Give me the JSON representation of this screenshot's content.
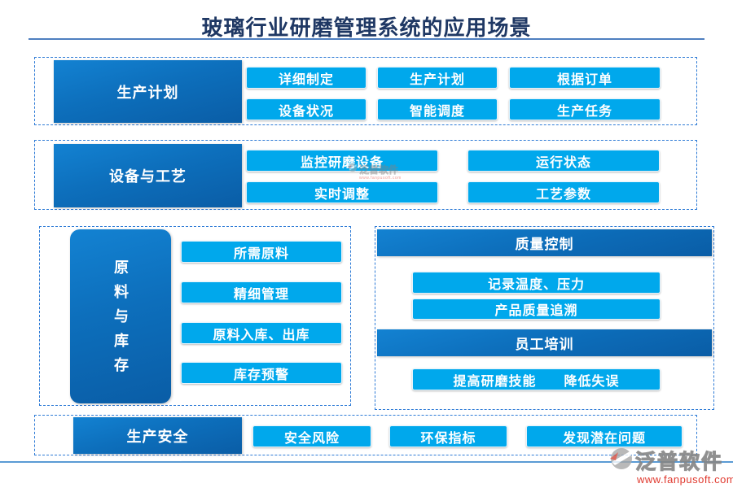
{
  "title": "玻璃行业研磨管理系统的应用场景",
  "colors": {
    "title_navy": "#1f3864",
    "header_blue_top": "#1382d2",
    "header_blue_bottom": "#0a5da6",
    "pill_cyan": "#00a8ec",
    "dashed_border_blue": "#2e7bd6",
    "divider_blue": "#4e7fc0",
    "watermark_red": "#e0392e"
  },
  "sections": {
    "production_plan": {
      "header": "生产计划",
      "buttons": [
        "详细制定",
        "生产计划",
        "根据订单",
        "设备状况",
        "智能调度",
        "生产任务"
      ]
    },
    "equipment_process": {
      "header": "设备与工艺",
      "buttons": [
        "监控研磨设备",
        "运行状态",
        "实时调整",
        "工艺参数"
      ]
    },
    "material_inventory": {
      "header": "原料与库存",
      "buttons": [
        "所需原料",
        "精细管理",
        "原料入库、出库",
        "库存预警"
      ]
    },
    "quality_control": {
      "header": "质量控制",
      "buttons": [
        "记录温度、压力",
        "产品质量追溯"
      ]
    },
    "staff_training": {
      "header": "员工培训",
      "buttons": [
        "提高研磨技能",
        "降低失误"
      ]
    },
    "production_safety": {
      "header": "生产安全",
      "buttons": [
        "安全风险",
        "环保指标",
        "发现潜在问题"
      ]
    }
  },
  "watermark": {
    "brand": "泛普软件",
    "url": "www.fanpusoft.com"
  }
}
